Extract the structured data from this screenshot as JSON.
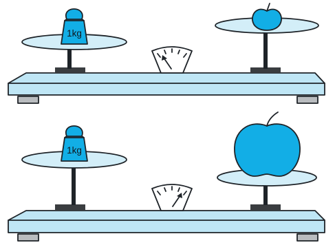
{
  "colors": {
    "base_fill": "#bfe6f5",
    "pan_fill": "#d3eef8",
    "object_fill": "#12aee6",
    "foot_fill": "#b9bcbf",
    "stand_fill": "#3a3d40",
    "outline": "#1e2328"
  },
  "scales": [
    {
      "left_weight_label": "1kg",
      "right_object": "apple-small",
      "dial_needle_direction": "toward-left"
    },
    {
      "left_weight_label": "1kg",
      "right_object": "apple-large",
      "dial_needle_direction": "toward-right"
    }
  ]
}
